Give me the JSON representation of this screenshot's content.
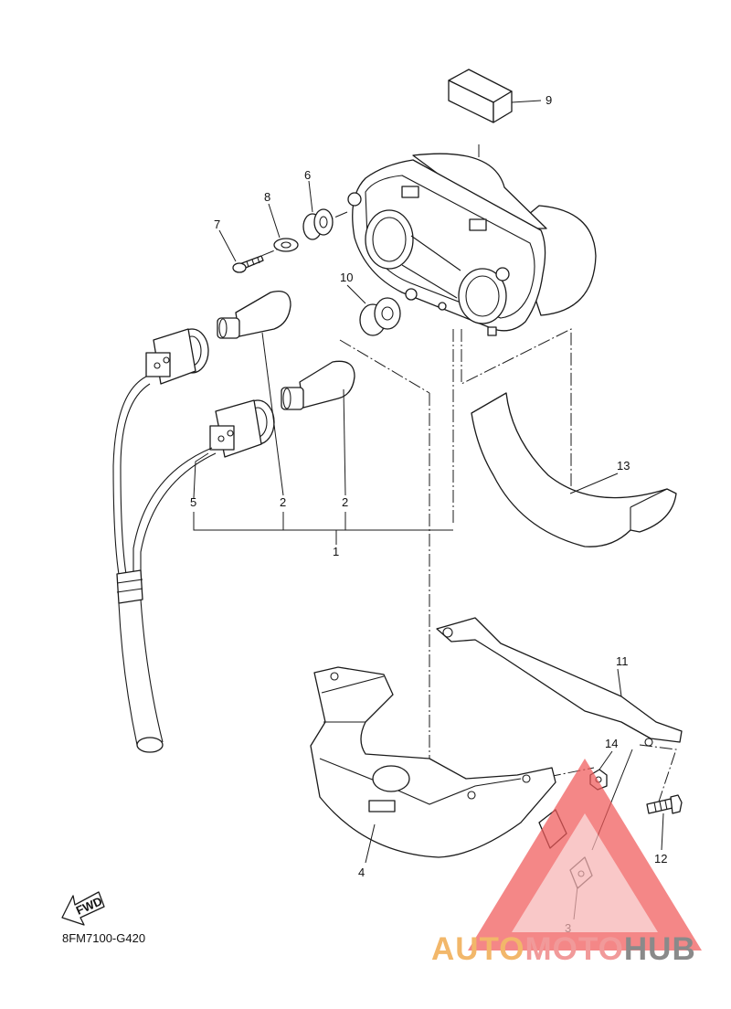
{
  "diagram": {
    "part_code": "8FM7100-G420",
    "fwd_label": "FWD",
    "callouts": [
      "1",
      "2",
      "2",
      "3",
      "4",
      "5",
      "6",
      "7",
      "8",
      "9",
      "10",
      "11",
      "12",
      "13",
      "14"
    ]
  },
  "watermark": {
    "word_auto": "AUTO",
    "word_moto": "MOTO",
    "word_hub": "HUB",
    "color_auto": "#f2b76a",
    "color_moto": "#f19a9a",
    "color_hub": "#8a8a8a",
    "triangle_color": "#f05a5a"
  }
}
